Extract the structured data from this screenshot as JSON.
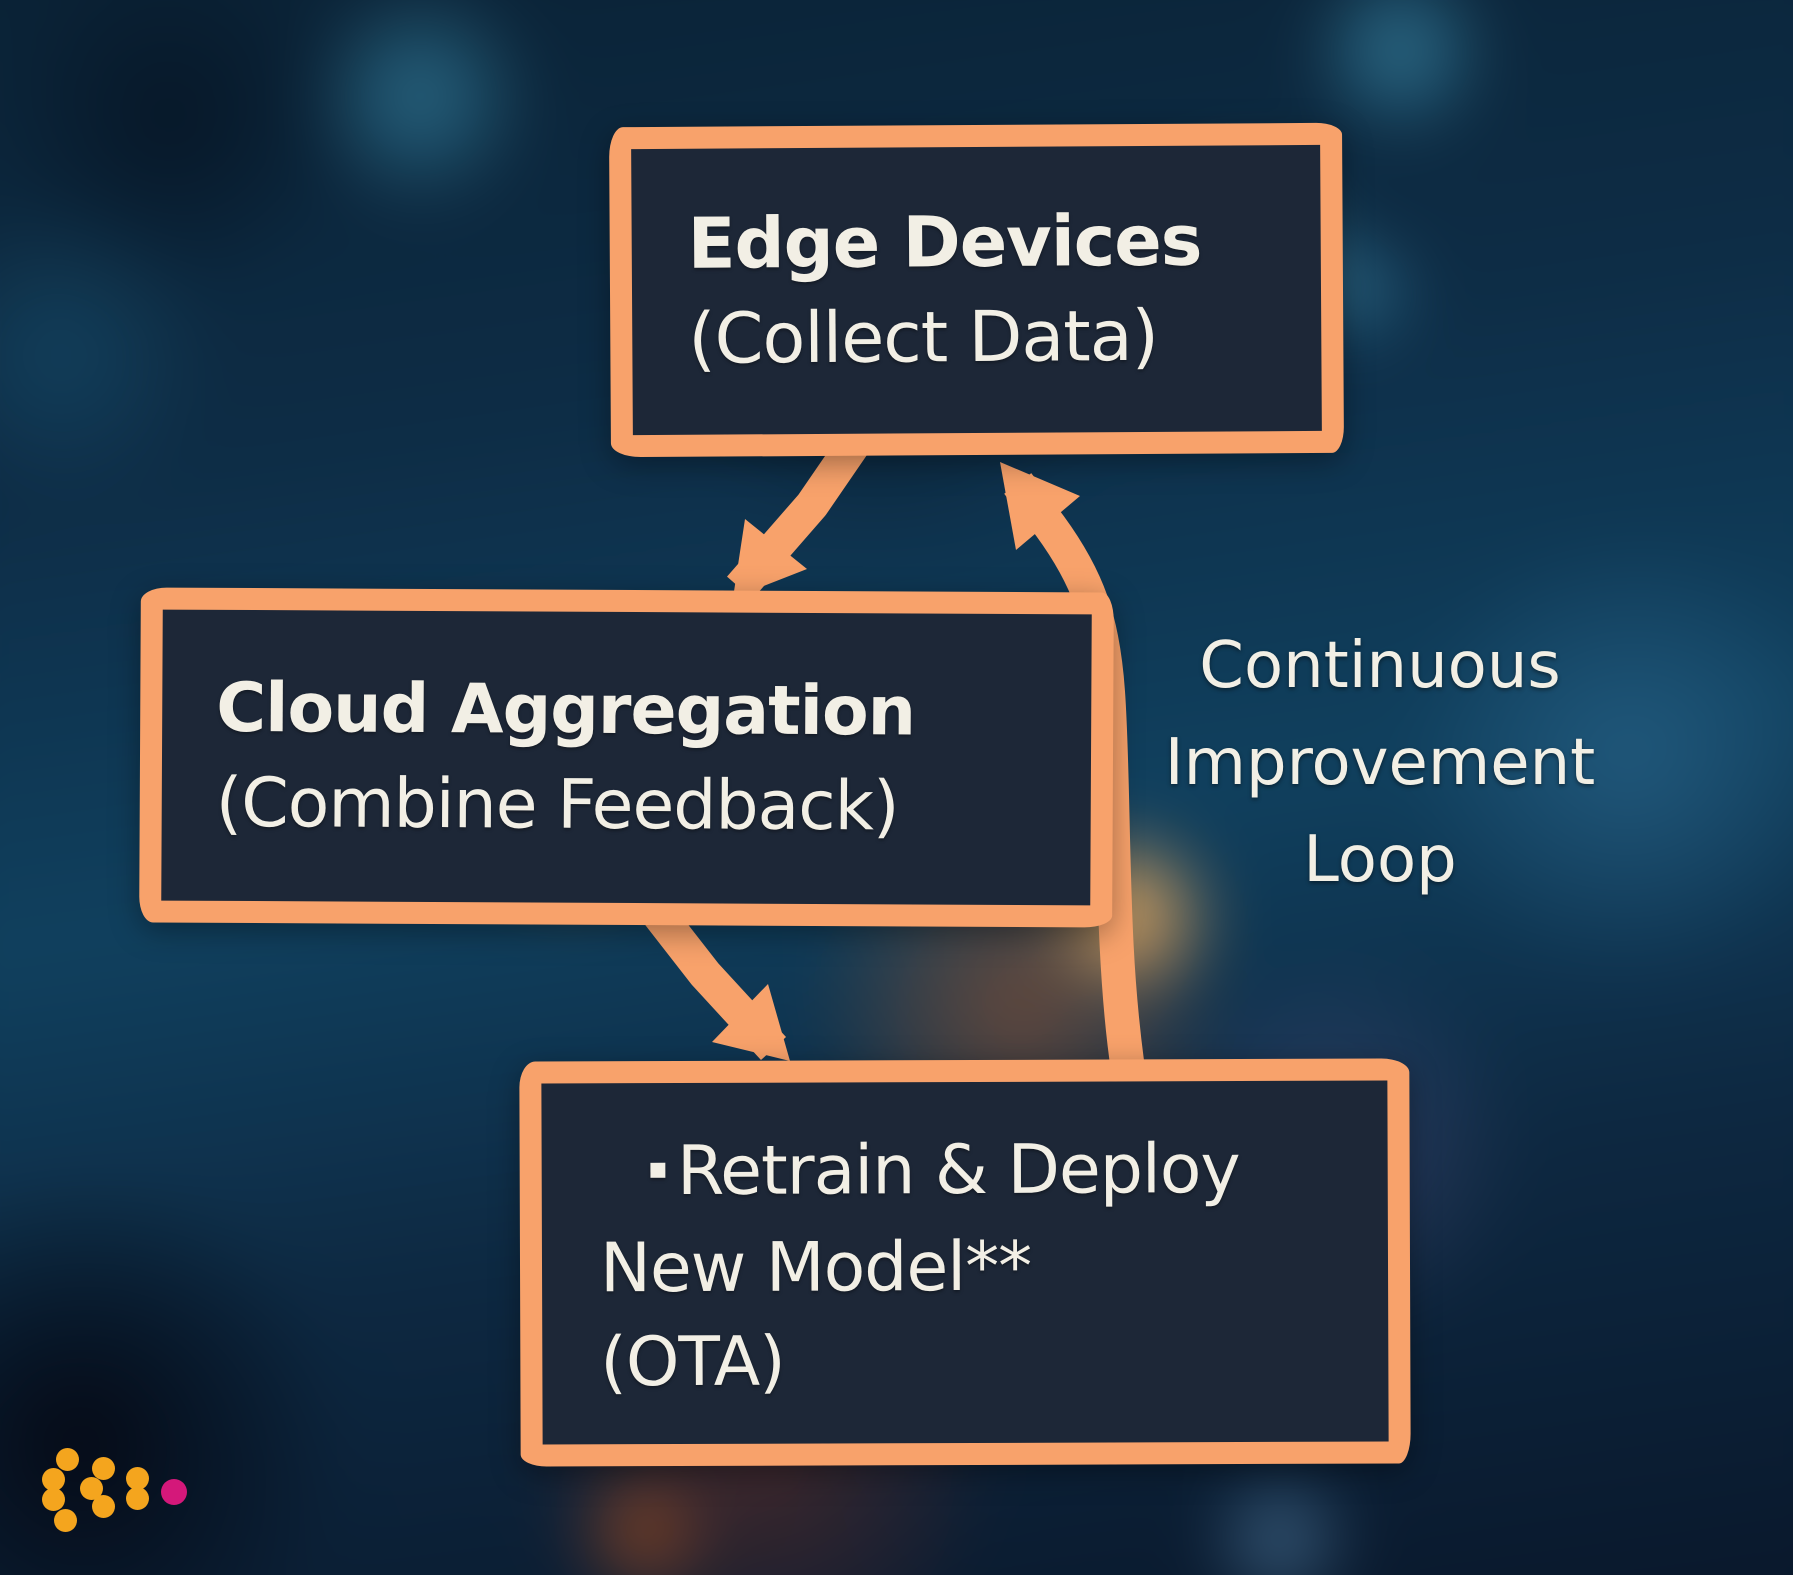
{
  "nodes": {
    "edge_devices": {
      "title": "Edge Devices",
      "subtitle": "(Collect Data)"
    },
    "cloud_aggregation": {
      "title": "Cloud Aggregation",
      "subtitle": "(Combine Feedback)"
    },
    "retrain_deploy": {
      "bullet": "▪",
      "line1": "Retrain & Deploy",
      "line2": "New Model**",
      "line3": "(OTA)"
    }
  },
  "loop_label": {
    "line1": "Continuous",
    "line2": "Improvement",
    "line3": "Loop"
  },
  "colors": {
    "accent": "#F8A26B",
    "box": "#1D2737",
    "text": "#F2EFE5",
    "logo-orange": "#F4A51E",
    "logo-magenta": "#D4187A"
  }
}
